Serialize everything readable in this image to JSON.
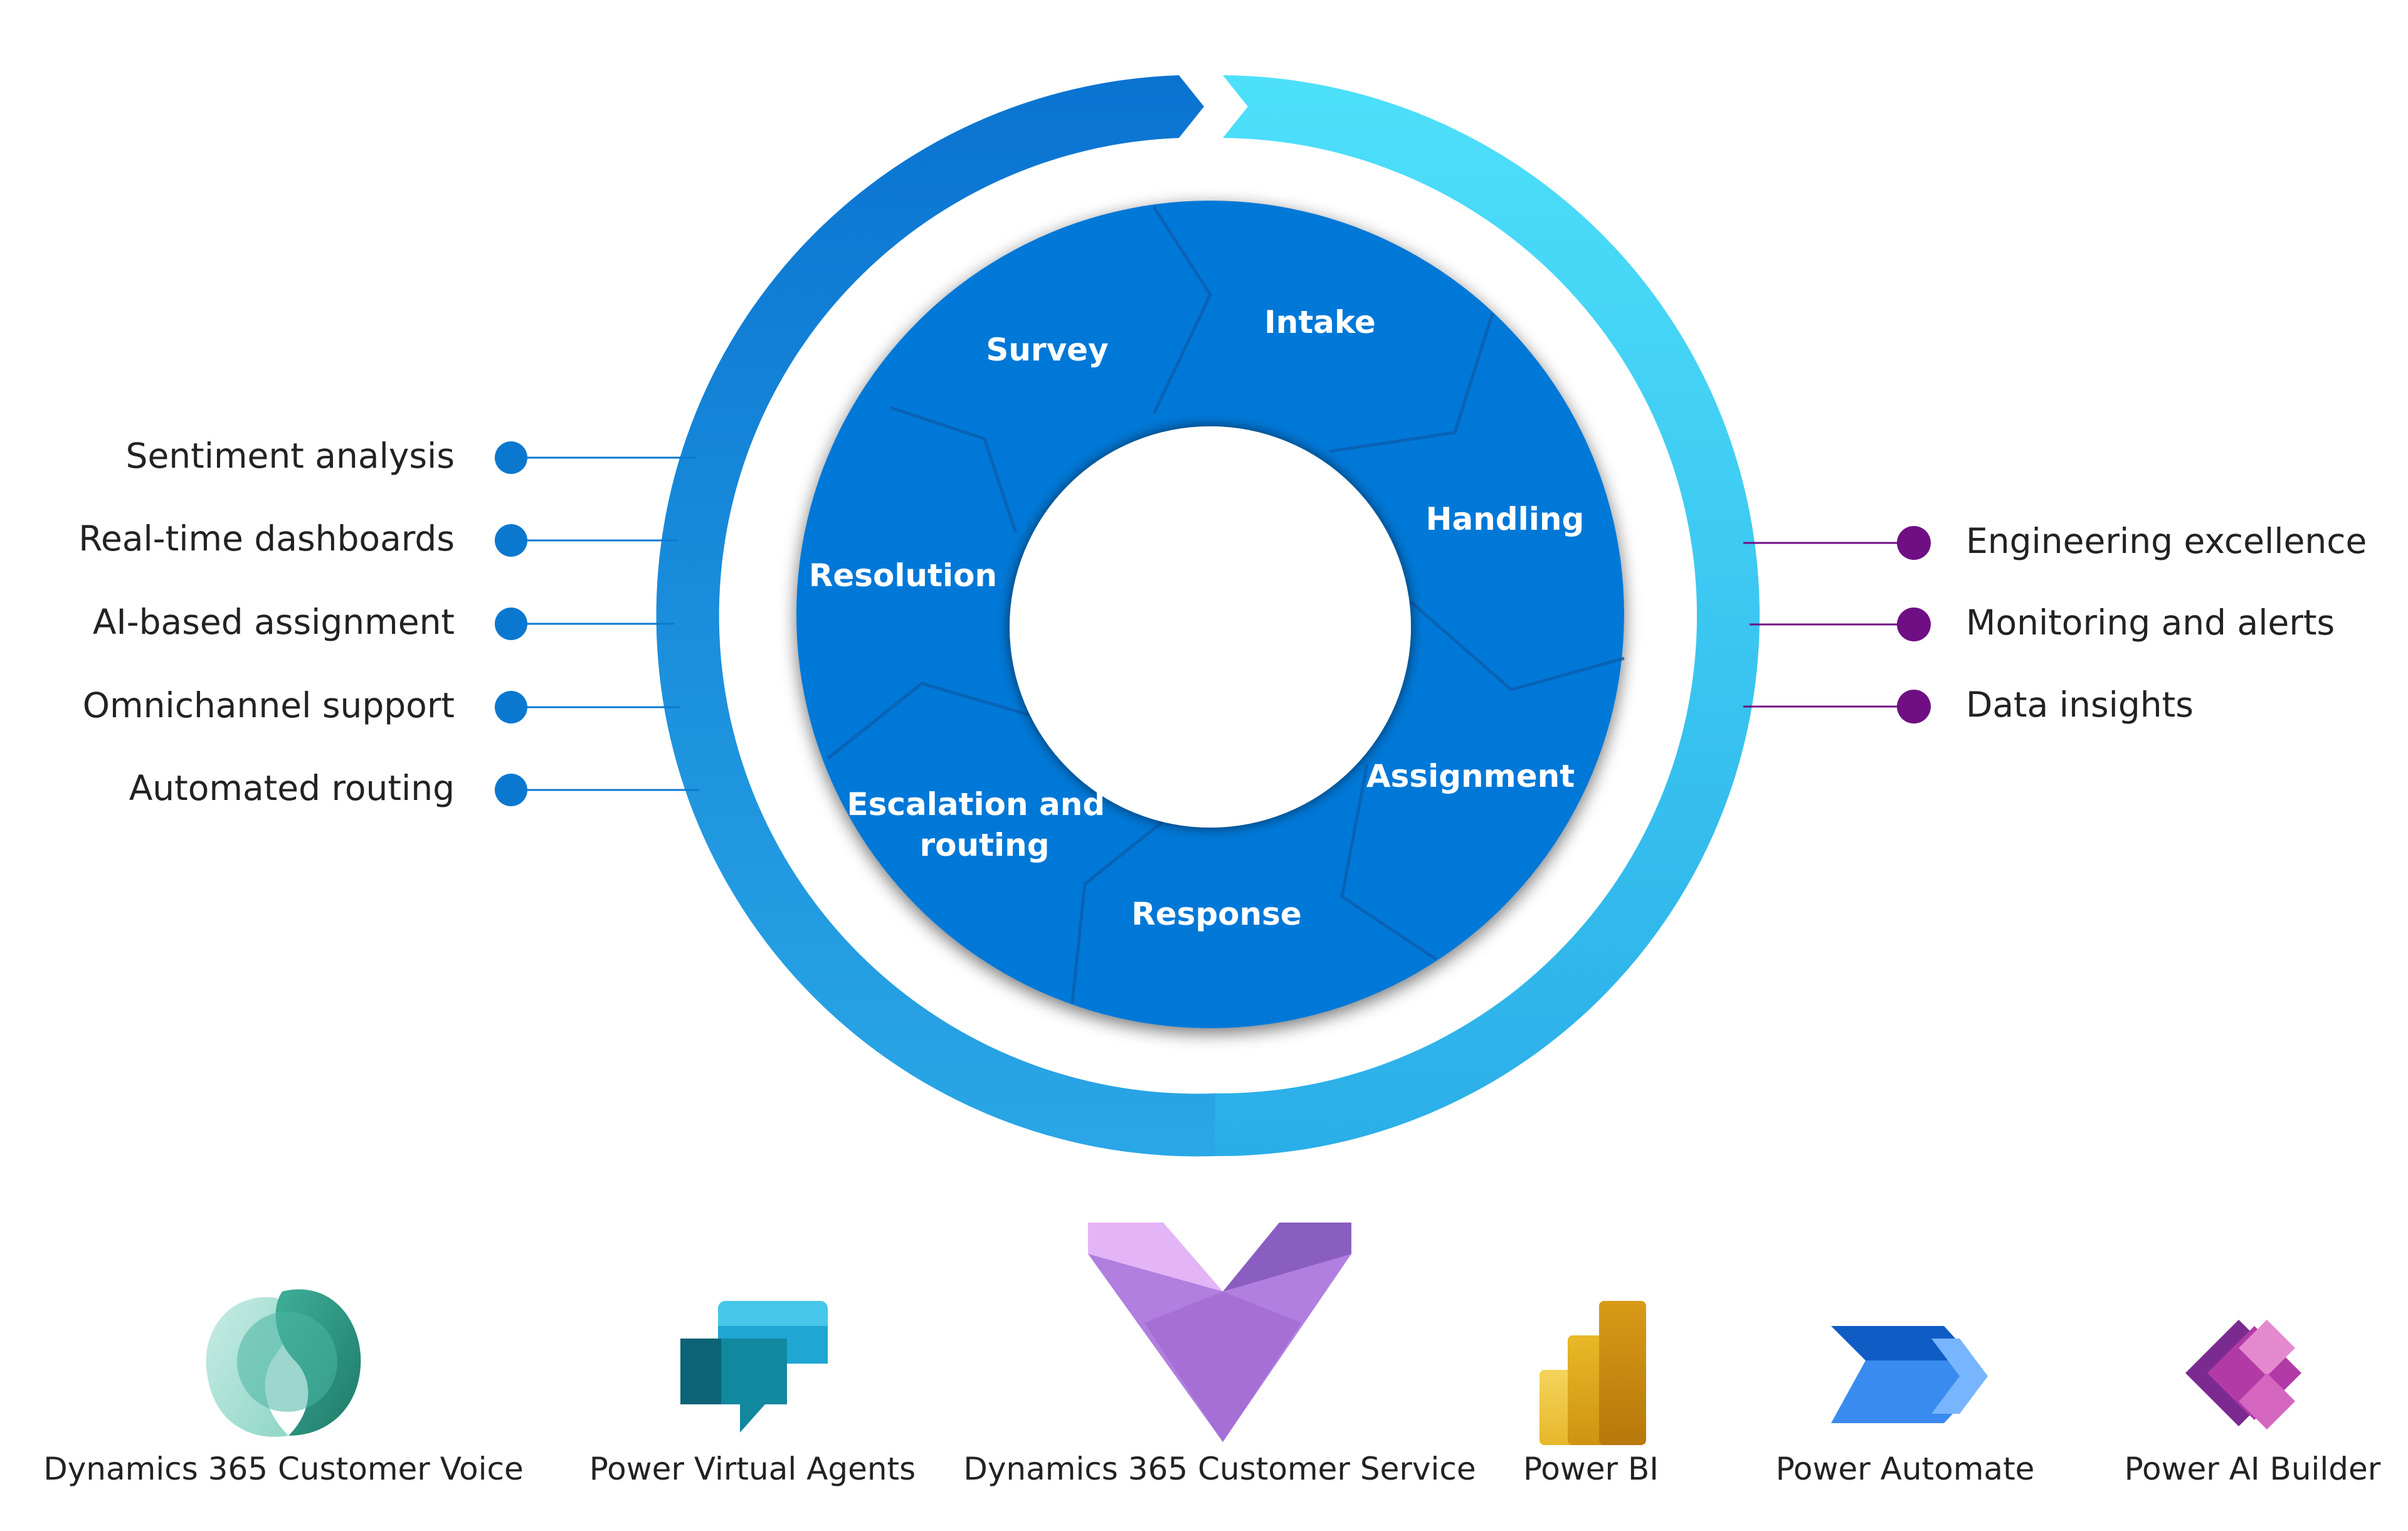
{
  "cycle": {
    "stages": [
      "Intake",
      "Handling",
      "Assignment",
      "Response",
      "Escalation and routing",
      "Resolution",
      "Survey"
    ]
  },
  "left_features": [
    "Sentiment analysis",
    "Real-time dashboards",
    "AI-based assignment",
    "Omnichannel support",
    "Automated routing"
  ],
  "right_features": [
    "Engineering excellence",
    "Monitoring and alerts",
    "Data insights"
  ],
  "products": [
    {
      "name": "Dynamics 365 Customer Voice",
      "icon": "customer-voice-icon"
    },
    {
      "name": "Power Virtual Agents",
      "icon": "virtual-agents-icon"
    },
    {
      "name": "Dynamics 365 Customer Service",
      "icon": "customer-service-icon"
    },
    {
      "name": "Power BI",
      "icon": "power-bi-icon"
    },
    {
      "name": "Power Automate",
      "icon": "power-automate-icon"
    },
    {
      "name": "Power AI Builder",
      "icon": "ai-builder-icon"
    }
  ],
  "colors": {
    "segment": "#0478d7",
    "left_accent": "#0b78d0",
    "right_accent": "#6f0f83",
    "ring_light": "#45d8f6",
    "ring_dark": "#0a73d1"
  }
}
